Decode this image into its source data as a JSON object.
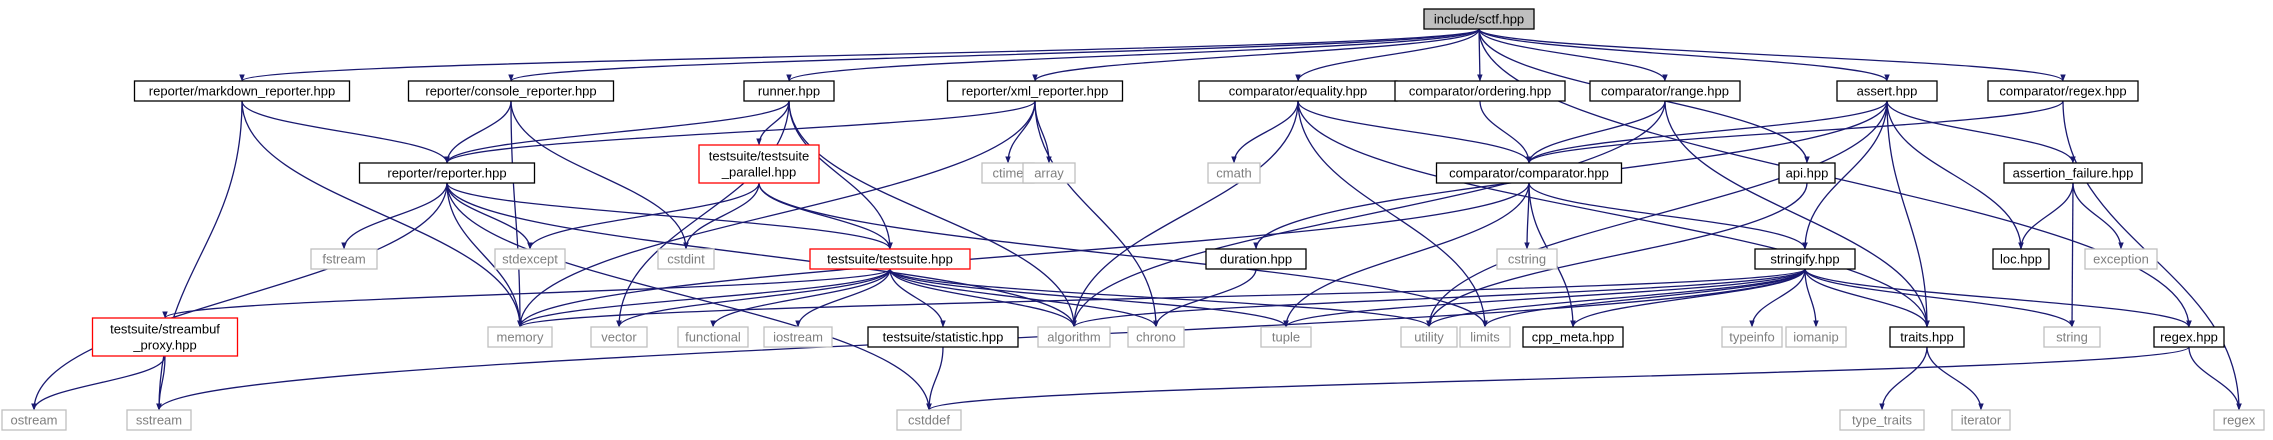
{
  "diagram": {
    "colors": {
      "edge": "#191970",
      "box_border": "#000000",
      "root_fill": "#bfbfbf",
      "red_border": "#ff0000",
      "system_border": "#bfbfbf",
      "system_text": "#7f7f7f",
      "text": "#000000",
      "background": "#ffffff"
    },
    "nodes": [
      {
        "id": "root",
        "label": "include/sctf.hpp",
        "kind": "root"
      },
      {
        "id": "markdown",
        "label": "reporter/markdown_reporter.hpp",
        "kind": "doc"
      },
      {
        "id": "console",
        "label": "reporter/console_reporter.hpp",
        "kind": "doc"
      },
      {
        "id": "runner",
        "label": "runner.hpp",
        "kind": "doc"
      },
      {
        "id": "xmlrep",
        "label": "reporter/xml_reporter.hpp",
        "kind": "doc"
      },
      {
        "id": "equality",
        "label": "comparator/equality.hpp",
        "kind": "doc"
      },
      {
        "id": "ordering",
        "label": "comparator/ordering.hpp",
        "kind": "doc"
      },
      {
        "id": "range",
        "label": "comparator/range.hpp",
        "kind": "doc"
      },
      {
        "id": "assert",
        "label": "assert.hpp",
        "kind": "doc"
      },
      {
        "id": "regexcmp",
        "label": "comparator/regex.hpp",
        "kind": "doc"
      },
      {
        "id": "reporter",
        "label": "reporter/reporter.hpp",
        "kind": "doc"
      },
      {
        "id": "parallel",
        "label": [
          "testsuite/testsuite",
          "_parallel.hpp"
        ],
        "kind": "red"
      },
      {
        "id": "ctime",
        "label": "ctime",
        "kind": "sys"
      },
      {
        "id": "array",
        "label": "array",
        "kind": "sys"
      },
      {
        "id": "cmath",
        "label": "cmath",
        "kind": "sys"
      },
      {
        "id": "comparator",
        "label": "comparator/comparator.hpp",
        "kind": "doc"
      },
      {
        "id": "api",
        "label": "api.hpp",
        "kind": "doc"
      },
      {
        "id": "afailure",
        "label": "assertion_failure.hpp",
        "kind": "doc"
      },
      {
        "id": "fstream",
        "label": "fstream",
        "kind": "sys"
      },
      {
        "id": "stdexcept",
        "label": "stdexcept",
        "kind": "sys"
      },
      {
        "id": "cstdint",
        "label": "cstdint",
        "kind": "sys"
      },
      {
        "id": "testsuite",
        "label": "testsuite/testsuite.hpp",
        "kind": "red"
      },
      {
        "id": "cstring",
        "label": "cstring",
        "kind": "sys"
      },
      {
        "id": "duration",
        "label": "duration.hpp",
        "kind": "doc"
      },
      {
        "id": "stringify",
        "label": "stringify.hpp",
        "kind": "doc"
      },
      {
        "id": "exception",
        "label": "exception",
        "kind": "sys"
      },
      {
        "id": "loc",
        "label": "loc.hpp",
        "kind": "doc"
      },
      {
        "id": "streambuf",
        "label": [
          "testsuite/streambuf",
          "_proxy.hpp"
        ],
        "kind": "red"
      },
      {
        "id": "memory",
        "label": "memory",
        "kind": "sys"
      },
      {
        "id": "vector",
        "label": "vector",
        "kind": "sys"
      },
      {
        "id": "functional",
        "label": "functional",
        "kind": "sys"
      },
      {
        "id": "iostream",
        "label": "iostream",
        "kind": "sys"
      },
      {
        "id": "statistic",
        "label": "testsuite/statistic.hpp",
        "kind": "doc"
      },
      {
        "id": "algorithm",
        "label": "algorithm",
        "kind": "sys"
      },
      {
        "id": "chrono",
        "label": "chrono",
        "kind": "sys"
      },
      {
        "id": "tuple",
        "label": "tuple",
        "kind": "sys"
      },
      {
        "id": "utility",
        "label": "utility",
        "kind": "sys"
      },
      {
        "id": "limits",
        "label": "limits",
        "kind": "sys"
      },
      {
        "id": "cppmeta",
        "label": "cpp_meta.hpp",
        "kind": "doc"
      },
      {
        "id": "typeinfo",
        "label": "typeinfo",
        "kind": "sys"
      },
      {
        "id": "iomanip",
        "label": "iomanip",
        "kind": "sys"
      },
      {
        "id": "traits",
        "label": "traits.hpp",
        "kind": "doc"
      },
      {
        "id": "string",
        "label": "string",
        "kind": "sys"
      },
      {
        "id": "regex",
        "label": "regex.hpp",
        "kind": "doc"
      },
      {
        "id": "ostream",
        "label": "ostream",
        "kind": "sys"
      },
      {
        "id": "sstream",
        "label": "sstream",
        "kind": "sys"
      },
      {
        "id": "cstddef",
        "label": "cstddef",
        "kind": "sys"
      },
      {
        "id": "type_traits",
        "label": "type_traits",
        "kind": "sys"
      },
      {
        "id": "iterator",
        "label": "iterator",
        "kind": "sys"
      },
      {
        "id": "regexstd",
        "label": "regex",
        "kind": "sys"
      }
    ],
    "edges": [
      [
        "root",
        "markdown"
      ],
      [
        "root",
        "console"
      ],
      [
        "root",
        "runner"
      ],
      [
        "root",
        "xmlrep"
      ],
      [
        "root",
        "equality"
      ],
      [
        "root",
        "ordering"
      ],
      [
        "root",
        "range"
      ],
      [
        "root",
        "assert"
      ],
      [
        "root",
        "regexcmp"
      ],
      [
        "root",
        "api"
      ],
      [
        "root",
        "regex"
      ],
      [
        "markdown",
        "reporter"
      ],
      [
        "markdown",
        "memory"
      ],
      [
        "markdown",
        "sstream"
      ],
      [
        "console",
        "reporter"
      ],
      [
        "console",
        "memory"
      ],
      [
        "console",
        "cstdint"
      ],
      [
        "runner",
        "reporter"
      ],
      [
        "runner",
        "parallel"
      ],
      [
        "runner",
        "testsuite"
      ],
      [
        "runner",
        "vector"
      ],
      [
        "runner",
        "algorithm"
      ],
      [
        "xmlrep",
        "reporter"
      ],
      [
        "xmlrep",
        "ctime"
      ],
      [
        "xmlrep",
        "array"
      ],
      [
        "xmlrep",
        "chrono"
      ],
      [
        "xmlrep",
        "memory"
      ],
      [
        "equality",
        "cmath"
      ],
      [
        "equality",
        "comparator"
      ],
      [
        "equality",
        "algorithm"
      ],
      [
        "equality",
        "limits"
      ],
      [
        "equality",
        "traits"
      ],
      [
        "ordering",
        "comparator"
      ],
      [
        "range",
        "comparator"
      ],
      [
        "range",
        "algorithm"
      ],
      [
        "range",
        "traits"
      ],
      [
        "assert",
        "comparator"
      ],
      [
        "assert",
        "afailure"
      ],
      [
        "assert",
        "loc"
      ],
      [
        "assert",
        "duration"
      ],
      [
        "assert",
        "stringify"
      ],
      [
        "assert",
        "traits"
      ],
      [
        "assert",
        "utility"
      ],
      [
        "regexcmp",
        "comparator"
      ],
      [
        "regexcmp",
        "regexstd"
      ],
      [
        "api",
        "utility"
      ],
      [
        "reporter",
        "fstream"
      ],
      [
        "reporter",
        "stdexcept"
      ],
      [
        "reporter",
        "testsuite"
      ],
      [
        "reporter",
        "memory"
      ],
      [
        "reporter",
        "ostream"
      ],
      [
        "reporter",
        "cstddef"
      ],
      [
        "reporter",
        "algorithm"
      ],
      [
        "parallel",
        "stdexcept"
      ],
      [
        "parallel",
        "cstdint"
      ],
      [
        "parallel",
        "testsuite"
      ],
      [
        "parallel",
        "limits"
      ],
      [
        "comparator",
        "cstring"
      ],
      [
        "comparator",
        "stringify"
      ],
      [
        "comparator",
        "cppmeta"
      ],
      [
        "comparator",
        "tuple"
      ],
      [
        "comparator",
        "memory"
      ],
      [
        "afailure",
        "loc"
      ],
      [
        "afailure",
        "exception"
      ],
      [
        "afailure",
        "string"
      ],
      [
        "testsuite",
        "streambuf"
      ],
      [
        "testsuite",
        "memory"
      ],
      [
        "testsuite",
        "vector"
      ],
      [
        "testsuite",
        "functional"
      ],
      [
        "testsuite",
        "iostream"
      ],
      [
        "testsuite",
        "statistic"
      ],
      [
        "testsuite",
        "algorithm"
      ],
      [
        "testsuite",
        "chrono"
      ],
      [
        "testsuite",
        "tuple"
      ],
      [
        "testsuite",
        "utility"
      ],
      [
        "duration",
        "chrono"
      ],
      [
        "stringify",
        "memory"
      ],
      [
        "stringify",
        "tuple"
      ],
      [
        "stringify",
        "utility"
      ],
      [
        "stringify",
        "limits"
      ],
      [
        "stringify",
        "cppmeta"
      ],
      [
        "stringify",
        "typeinfo"
      ],
      [
        "stringify",
        "iomanip"
      ],
      [
        "stringify",
        "traits"
      ],
      [
        "stringify",
        "string"
      ],
      [
        "stringify",
        "regex"
      ],
      [
        "stringify",
        "sstream"
      ],
      [
        "stringify",
        "algorithm"
      ],
      [
        "streambuf",
        "ostream"
      ],
      [
        "streambuf",
        "sstream"
      ],
      [
        "statistic",
        "cstddef"
      ],
      [
        "traits",
        "type_traits"
      ],
      [
        "traits",
        "iterator"
      ],
      [
        "regex",
        "regexstd"
      ],
      [
        "regex",
        "cstddef"
      ]
    ]
  }
}
